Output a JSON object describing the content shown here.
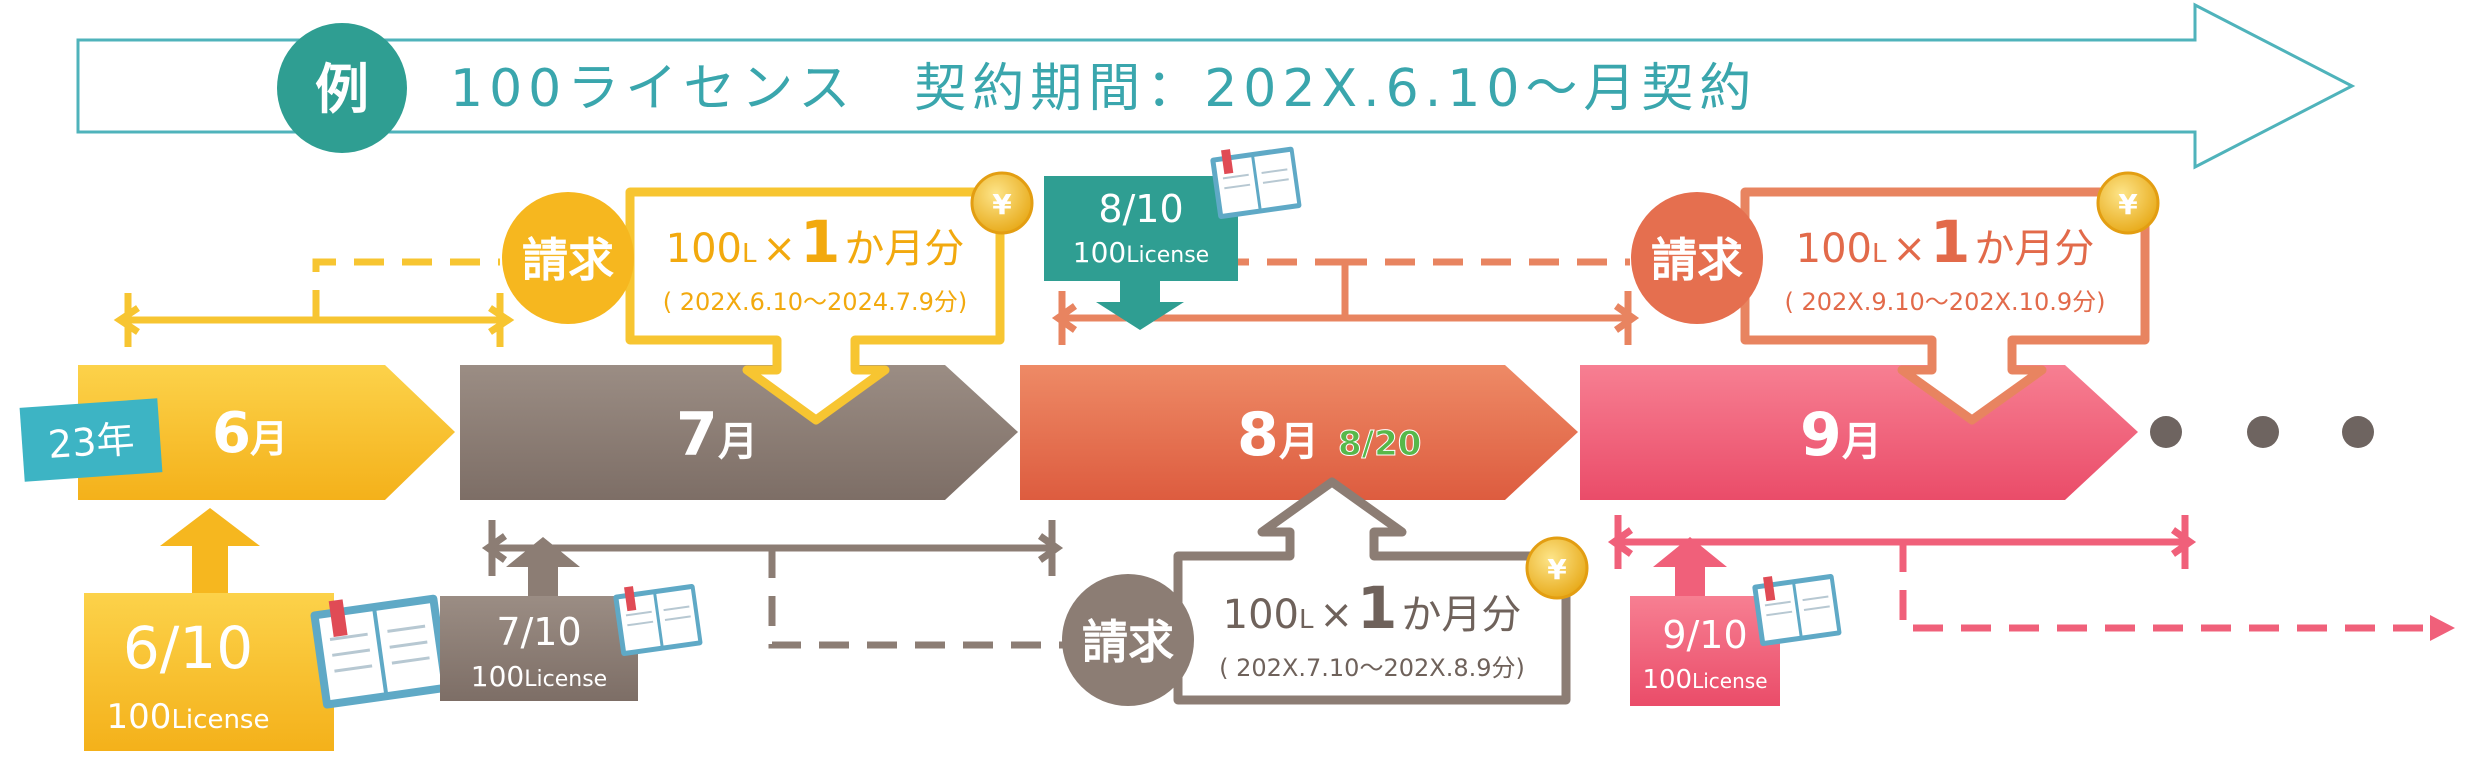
{
  "header": {
    "badge": "例",
    "text": "100ライセンス　契約期間：202X.6.10〜月契約"
  },
  "months": {
    "year_tag": "23年",
    "jun": {
      "num": "6",
      "unit": "月"
    },
    "jul": {
      "num": "7",
      "unit": "月"
    },
    "aug": {
      "num": "8",
      "unit": "月",
      "extra": "8/20"
    },
    "sep": {
      "num": "9",
      "unit": "月"
    }
  },
  "licenses": {
    "jun": {
      "date": "6/10",
      "count": "100",
      "unit": "License"
    },
    "jul": {
      "date": "7/10",
      "count": "100",
      "unit": "License"
    },
    "aug": {
      "date": "8/10",
      "count": "100",
      "unit": "License"
    },
    "sep": {
      "date": "9/10",
      "count": "100",
      "unit": "License"
    }
  },
  "invoices": {
    "first": {
      "badge": "請求",
      "qty": "100",
      "qty_unit": "L",
      "times": "×",
      "months": "1",
      "suffix": "か月分",
      "period": "( 202X.6.10〜2024.7.9分)"
    },
    "second": {
      "badge": "請求",
      "qty": "100",
      "qty_unit": "L",
      "times": "×",
      "months": "1",
      "suffix": "か月分",
      "period": "( 202X.7.10〜202X.8.9分)"
    },
    "third": {
      "badge": "請求",
      "qty": "100",
      "qty_unit": "L",
      "times": "×",
      "months": "1",
      "suffix": "か月分",
      "period": "( 202X.9.10〜202X.10.9分)"
    }
  },
  "icons": {
    "coin": "¥"
  },
  "colors": {
    "teal": "#2f9e92",
    "header_text": "#3aa6ad",
    "gold": "#f6b71f",
    "gold_line": "#f7c531",
    "brown": "#8c7d74",
    "orange": "#e56f4f",
    "orange_line": "#e88460",
    "pink": "#f0607a"
  }
}
